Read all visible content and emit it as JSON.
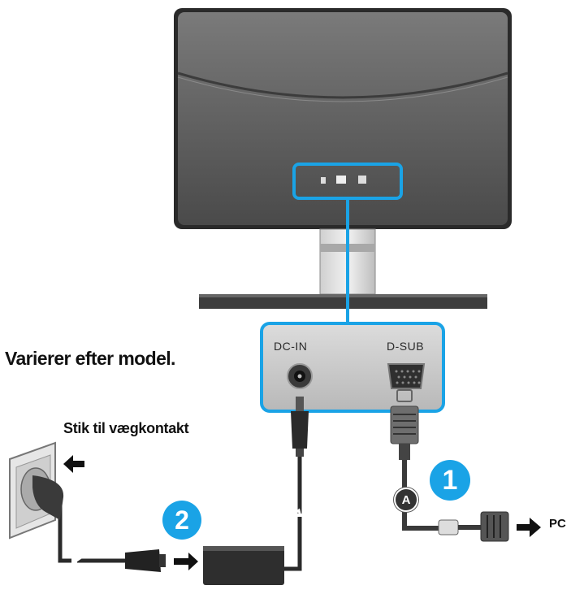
{
  "labels": {
    "note": "Varierer efter model.",
    "wall_outlet": "Stik til vægkontakt",
    "pc": "PC",
    "dc_in": "DC-IN",
    "d_sub": "D-SUB"
  },
  "badges": {
    "step1": "1",
    "step2": "2",
    "cable_a": "A"
  },
  "colors": {
    "highlight": "#1aa3e6",
    "monitor_body": "#5a5a5a",
    "panel_bg": "#c9c9c9"
  }
}
